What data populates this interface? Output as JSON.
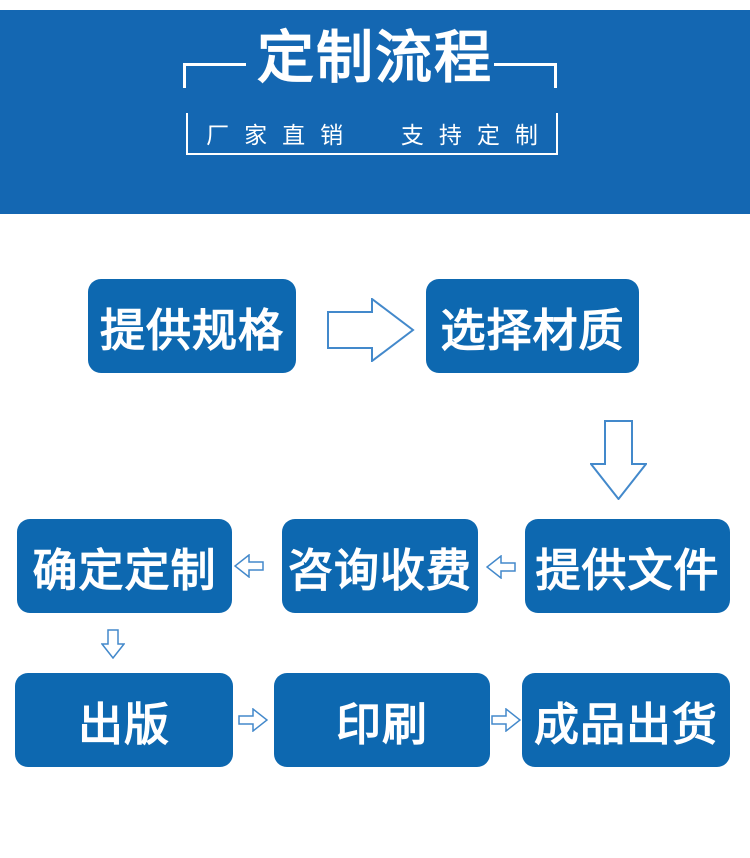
{
  "header": {
    "title": "定制流程",
    "subtitle": "厂家直销  支持定制"
  },
  "flow": {
    "nodes": [
      {
        "id": "provide-specs",
        "label": "提供规格"
      },
      {
        "id": "choose-material",
        "label": "选择材质"
      },
      {
        "id": "confirm-custom",
        "label": "确定定制"
      },
      {
        "id": "consult-fees",
        "label": "咨询收费"
      },
      {
        "id": "provide-files",
        "label": "提供文件"
      },
      {
        "id": "plate-making",
        "label": "出版"
      },
      {
        "id": "printing",
        "label": "印刷"
      },
      {
        "id": "ship-goods",
        "label": "成品出货"
      }
    ],
    "arrows": [
      {
        "from": "提供规格",
        "to": "选择材质",
        "direction": "right"
      },
      {
        "from": "选择材质",
        "to": "提供文件",
        "direction": "down"
      },
      {
        "from": "提供文件",
        "to": "咨询收费",
        "direction": "left"
      },
      {
        "from": "咨询收费",
        "to": "确定定制",
        "direction": "left"
      },
      {
        "from": "确定定制",
        "to": "出版",
        "direction": "down"
      },
      {
        "from": "出版",
        "to": "印刷",
        "direction": "right"
      },
      {
        "from": "印刷",
        "to": "成品出货",
        "direction": "right"
      }
    ]
  },
  "colors": {
    "header_background": "#1467b2",
    "node_background": "#0d68b0",
    "text": "#ffffff",
    "arrow_outline": "#4389cb",
    "page_background": "#ffffff"
  }
}
